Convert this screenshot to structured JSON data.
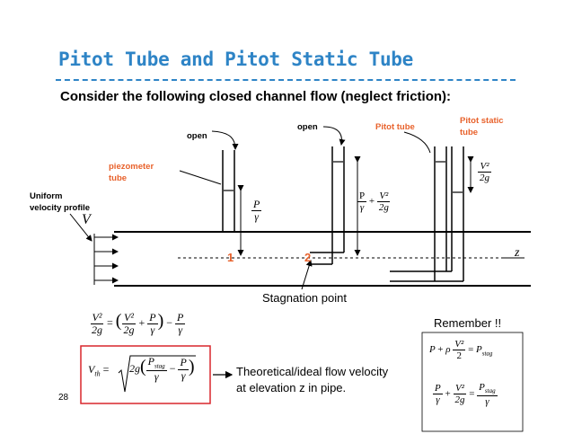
{
  "slide": {
    "title": "Pitot Tube and Pitot Static Tube",
    "subtitle": "Consider the following closed channel flow (neglect friction):",
    "page_number": "28"
  },
  "labels": {
    "open_left": "open",
    "open_right": "open",
    "pitot_tube": "Pitot tube",
    "pitot_static_line1": "Pitot static",
    "pitot_static_line2": "tube",
    "piezometer_line1": "piezometer",
    "piezometer_line2": "tube",
    "uniform_line1": "Uniform",
    "uniform_line2": "velocity profile",
    "velocity_symbol": "V",
    "point_1": "1",
    "point_2": "2",
    "z_symbol": "z",
    "stagnation_point": "Stagnation point",
    "remember": "Remember !!",
    "theoretical_line1": "Theoretical/ideal flow velocity",
    "theoretical_line2": "at elevation z in pipe."
  },
  "math": {
    "P": "P",
    "gamma": "γ",
    "V2": "V²",
    "two_g": "2g",
    "P_roman": "P",
    "plus": "+",
    "minus": "−",
    "equals": "=",
    "V_th": "V",
    "th": "th",
    "P_stag": "P",
    "stag": "stag",
    "rho": "ρ",
    "two": "2",
    "sqrt_2g": "2g"
  },
  "colors": {
    "title": "#2e84c6",
    "accent": "#e8622c",
    "box": "#d9262c",
    "line": "#000000"
  }
}
